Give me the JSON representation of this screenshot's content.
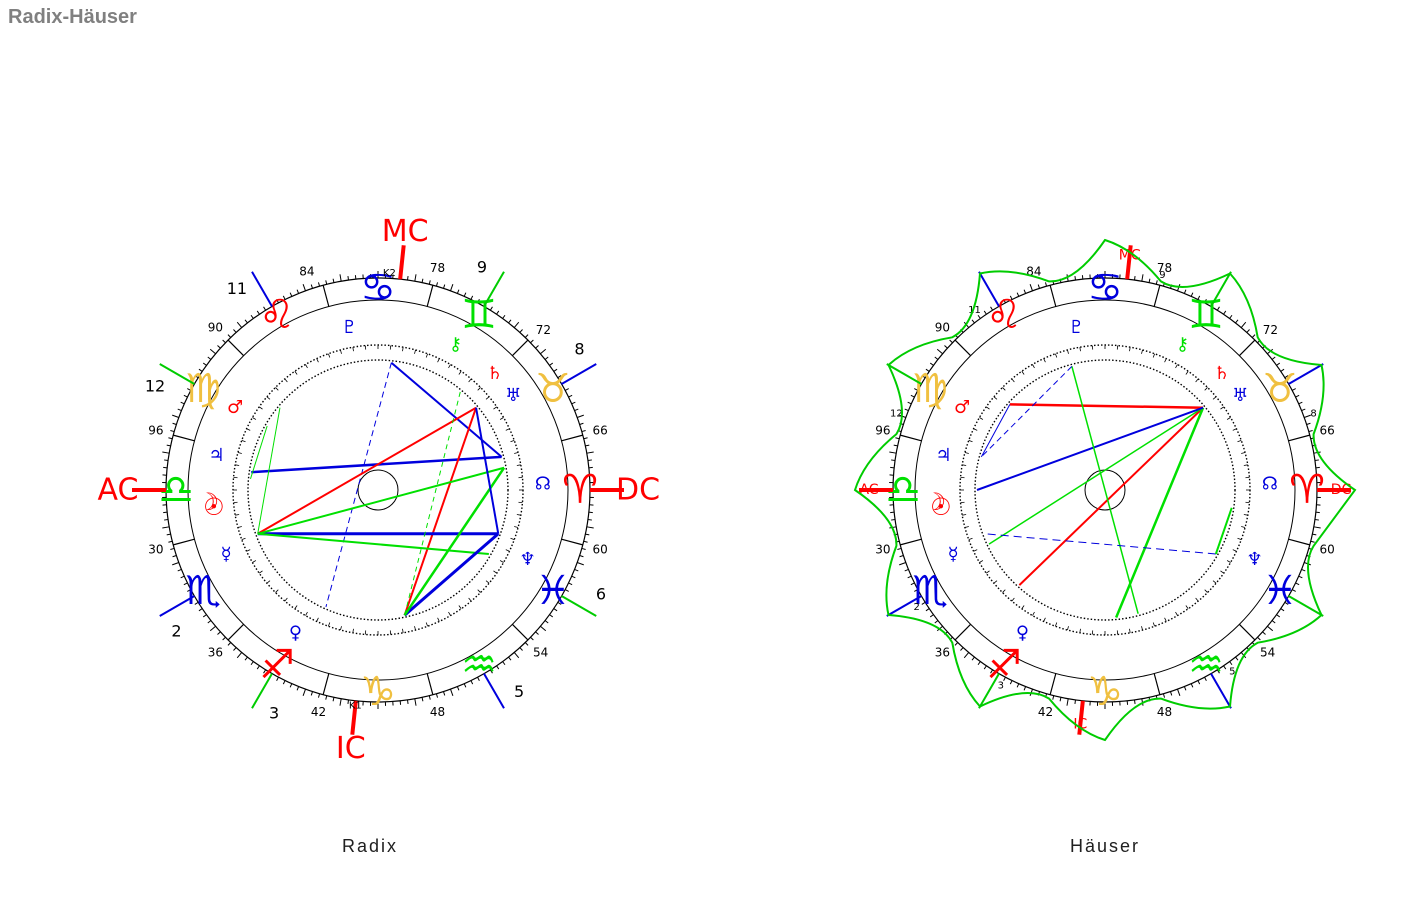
{
  "page": {
    "title": "Radix-Häuser"
  },
  "colors": {
    "fire": "#ff0000",
    "earth": "#f0c040",
    "air": "#00e000",
    "water": "#0000dd",
    "text": "#202020",
    "dim": "#808080"
  },
  "glyphs": {
    "zodiac": [
      "♈",
      "♉",
      "♊",
      "♋",
      "♌",
      "♍",
      "♎",
      "♏",
      "♐",
      "♑",
      "♒",
      "♓"
    ],
    "planets": {
      "sun": "☉",
      "moon": "☽",
      "mercury": "☿",
      "venus": "♀",
      "mars": "♂",
      "jupiter": "♃",
      "saturn": "♄",
      "uranus": "♅",
      "neptune": "♆",
      "pluto": "♇",
      "node": "☊",
      "chiron": "⚷"
    }
  },
  "charts": [
    {
      "caption": "Radix",
      "angle_labels": {
        "asc": "AC",
        "dc": "DC",
        "mc": "MC",
        "ic": "IC"
      },
      "house_numbers": [
        "2",
        "3",
        "5",
        "6",
        "8",
        "9",
        "11",
        "12"
      ],
      "age_labels": [
        "84",
        "78",
        "72",
        "66",
        "60",
        "54",
        "48",
        "42",
        "36",
        "30",
        "96",
        "90"
      ],
      "k_labels": [
        "K2",
        "K1"
      ]
    },
    {
      "caption": "Häuser",
      "angle_labels": {
        "asc": "AC",
        "dc": "DC",
        "mc": "MC",
        "ic": "IC"
      },
      "age_labels": [
        "84",
        "78",
        "72",
        "66",
        "60",
        "54",
        "48",
        "42",
        "36",
        "30",
        "96",
        "90"
      ],
      "house_numbers": [
        "9",
        "8",
        "12",
        "2",
        "3",
        "5",
        "11"
      ]
    }
  ]
}
